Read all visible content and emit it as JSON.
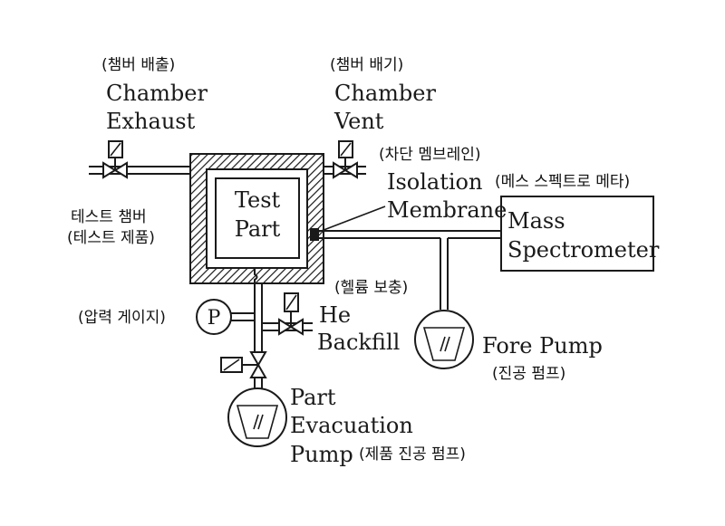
{
  "labels": {
    "chamber_exhaust_ko": "(챔버 배출)",
    "chamber_exhaust_en_1": "Chamber",
    "chamber_exhaust_en_2": "Exhaust",
    "chamber_vent_ko": "(챔버 배기)",
    "chamber_vent_en_1": "Chamber",
    "chamber_vent_en_2": "Vent",
    "isolation_ko": "(차단 멤브레인)",
    "isolation_en_1": "Isolation",
    "isolation_en_2": "Membrane",
    "mass_spec_ko": "(메스 스펙트로 메타)",
    "mass_spec_en_1": "Mass",
    "mass_spec_en_2": "Spectrometer",
    "test_chamber_ko_1": "테스트 챔버",
    "test_chamber_ko_2": "(테스트 제품)",
    "test_part_1": "Test",
    "test_part_2": "Part",
    "pressure_gauge_ko": "(압력 게이지)",
    "pressure_gauge_symbol": "P",
    "helium_ko": "(헬륨 보충)",
    "helium_en_1": "He",
    "helium_en_2": "Backfill",
    "fore_pump_en": "Fore Pump",
    "fore_pump_ko": "(진공 펌프)",
    "part_pump_en_1": "Part",
    "part_pump_en_2": "Evacuation",
    "part_pump_en_3": "Pump",
    "part_pump_ko": "(제품 진공 펌프)"
  }
}
